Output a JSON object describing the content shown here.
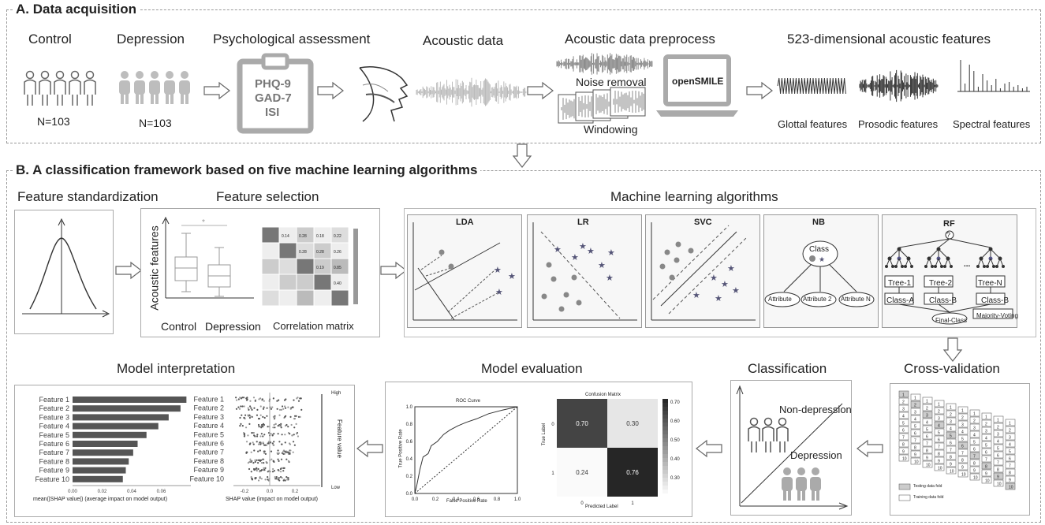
{
  "section_a": {
    "title": "A. Data acquisition",
    "control": {
      "label": "Control",
      "n": "N=103"
    },
    "depression": {
      "label": "Depression",
      "n": "N=103"
    },
    "psych": {
      "title": "Psychological assessment",
      "items": [
        "PHQ-9",
        "GAD-7",
        "ISI"
      ]
    },
    "acoustic": {
      "title": "Acoustic data"
    },
    "preprocess": {
      "title": "Acoustic data preprocess",
      "noise": "Noise removal",
      "windowing": "Windowing",
      "software": "openSMILE"
    },
    "features": {
      "title": "523-dimensional acoustic features",
      "glottal": "Glottal features",
      "prosodic": "Prosodic features",
      "spectral": "Spectral features"
    }
  },
  "section_b": {
    "title": "B. A classification framework based on five machine learning algorithms",
    "standardization": "Feature standardization",
    "selection": {
      "title": "Feature selection",
      "ylabel": "Acoustic features",
      "x_control": "Control",
      "x_depression": "Depression",
      "corr_label": "Correlation matrix",
      "corr_values": [
        [
          "0.14",
          "0.28",
          "0.18",
          "0.22"
        ],
        [
          "0.28",
          "0.28",
          "0.26"
        ],
        [
          "0.19",
          "0.85"
        ],
        [
          "0.40"
        ]
      ]
    },
    "ml": {
      "title": "Machine learning algorithms",
      "lda": "LDA",
      "lr": "LR",
      "svc": "SVC",
      "nb": "NB",
      "rf": "RF",
      "nb_class": "Class",
      "nb_attrs": [
        "Attribute",
        "Attribute 2",
        "Attribute N"
      ],
      "rf_q": "?",
      "rf_trees": [
        "Tree-1",
        "Tree-2",
        "Tree-N"
      ],
      "rf_classes": [
        "Class-A",
        "Class-B",
        "Class-B"
      ],
      "rf_dots": "...",
      "rf_final": "Final-Class",
      "rf_vote": "Majority-Voting"
    },
    "cv": {
      "title": "Cross-validation",
      "legend_test": "Testing data fold",
      "legend_train": "Training data fold"
    },
    "classification": {
      "title": "Classification",
      "nondep": "Non-depression",
      "dep": "Depression"
    },
    "evaluation": {
      "title": "Model evaluation",
      "roc_title": "ROC Curve",
      "roc_x": "False Positive Rate",
      "roc_y": "True Positive Rate",
      "roc_xticks": [
        "0.0",
        "0.2",
        "0.4",
        "0.6",
        "0.8",
        "1.0"
      ],
      "roc_yticks": [
        "0.0",
        "0.2",
        "0.4",
        "0.6",
        "0.8",
        "1.0"
      ],
      "cm_title": "Confusion Matrix",
      "cm_x": "Predicted Label",
      "cm_y": "True Label",
      "cm_values": [
        "0.70",
        "0.30",
        "0.24",
        "0.76"
      ],
      "cm_ticks": [
        "0",
        "1"
      ],
      "cm_cbar": [
        "0.70",
        "0.60",
        "0.50",
        "0.40",
        "0.30"
      ]
    },
    "interpretation": {
      "title": "Model interpretation",
      "features": [
        "Feature  1",
        "Feature  2",
        "Feature  3",
        "Feature  4",
        "Feature  5",
        "Feature  6",
        "Feature  7",
        "Feature  8",
        "Feature  9",
        "Feature 10"
      ],
      "bar_values": [
        0.077,
        0.073,
        0.065,
        0.058,
        0.05,
        0.044,
        0.041,
        0.038,
        0.036,
        0.034
      ],
      "bar_xticks": [
        "0.00",
        "0.02",
        "0.04",
        "0.06"
      ],
      "bar_xlabel": "mean(|SHAP value|) (average impact on model output)",
      "bee_xticks": [
        "-0.2",
        "0.0",
        "0.2"
      ],
      "bee_xlabel": "SHAP value (impact on model output)",
      "bee_high": "High",
      "bee_low": "Low",
      "bee_cbar": "Feature value"
    }
  },
  "chart_data": {
    "type": "bar",
    "categories": [
      "Feature  1",
      "Feature  2",
      "Feature  3",
      "Feature  4",
      "Feature  5",
      "Feature  6",
      "Feature  7",
      "Feature  8",
      "Feature  9",
      "Feature 10"
    ],
    "values": [
      0.077,
      0.073,
      0.065,
      0.058,
      0.05,
      0.044,
      0.041,
      0.038,
      0.036,
      0.034
    ],
    "xlabel": "mean(|SHAP value|) (average impact on model output)",
    "xlim": [
      0,
      0.08
    ]
  },
  "colors": {
    "border": "#999999",
    "person": "#bdbdbd",
    "dark": "#444444",
    "panel_bg": "#f7f7f7"
  }
}
